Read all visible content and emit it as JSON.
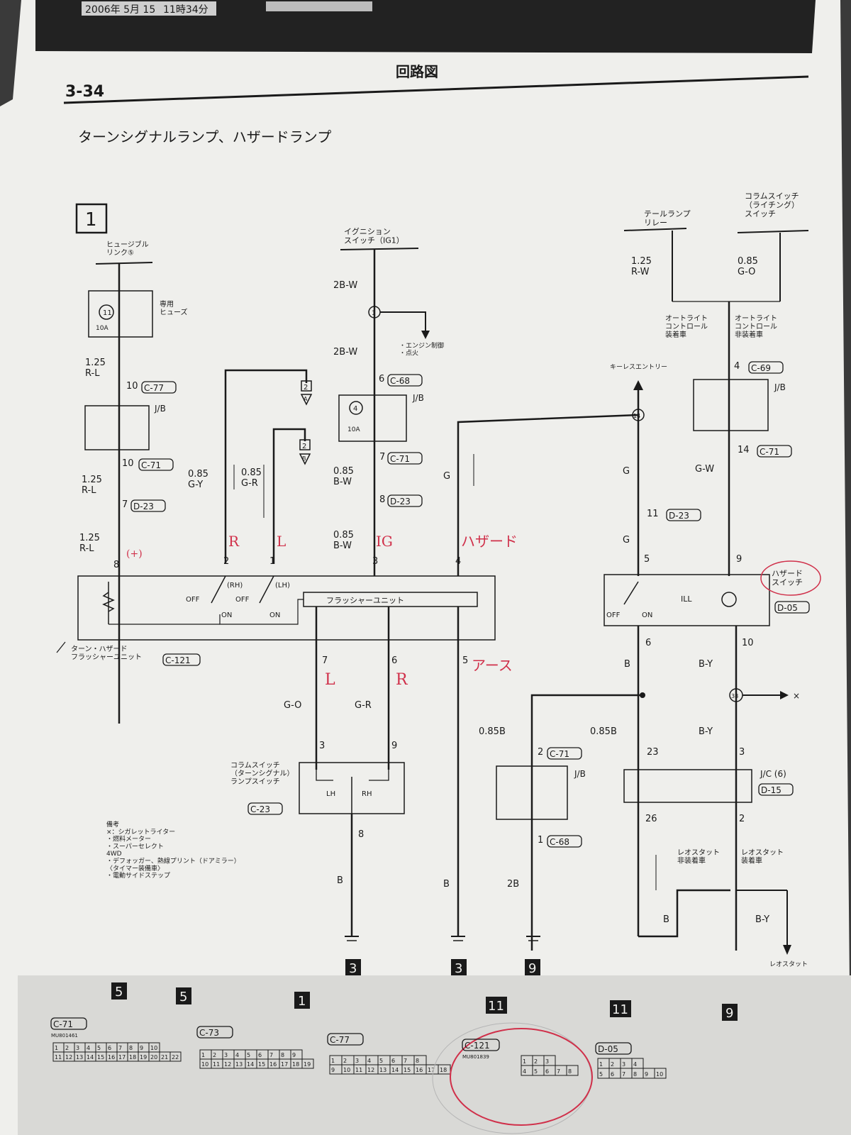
{
  "header": {
    "stamp_date": "2006年 5月 15",
    "stamp_time": "11時34分",
    "section_title": "回路図",
    "page_number": "3-34",
    "diagram_title": "ターンシグナルランプ、ハザードランプ",
    "box_number": "1"
  },
  "diagram": {
    "fuse_link_label": "ヒュージブル\nリンク⑤",
    "fuse_11": "11",
    "fuse_10a": "10A",
    "dedicated_fuse": "専用\nヒューズ",
    "fuse_4": "4",
    "fuse_4_10a": "10A",
    "ignition_label": "イグニション\nスイッチ（IG1）",
    "junction_1": "1",
    "engine_ctrl_label": "・エンジン制御\n・点火",
    "tail_relay_label": "テールランプ\nリレー",
    "column_switch_light": "コラムスイッチ\n（ライチング）\nスイッチ",
    "auto_light_equipped": "オートライト\nコントロール\n装着車",
    "auto_light_not": "オートライト\nコントロール\n非装着車",
    "keyless_label": "キーレスエントリー",
    "node_14": "14",
    "node_38": "38",
    "flasher_unit": "フラッシャーユニット",
    "flasher_full": "ターン・ハザード\nフラッシャーユニット",
    "c121": "C-121",
    "hazard_switch": "ハザード\nスイッチ",
    "d05": "D-05",
    "ill": "ILL",
    "off": "OFF",
    "on": "ON",
    "rh": "(RH)",
    "lh": "(LH)",
    "column_turn_switch": "コラムスイッチ\n（ターンシグナル）\nランプスイッチ",
    "c23": "C-23",
    "lh_label": "LH",
    "rh_label": "RH",
    "jb": "J/B",
    "jc": "J/C (6)",
    "d15": "D-15",
    "rheostat_not": "レオスタット\n非装着車",
    "rheostat_yes": "レオスタット\n装着車",
    "rheostat_arrow": "レオスタット",
    "x_mark": "×",
    "ground_3a": "3",
    "ground_3b": "3",
    "ground_9": "9",
    "conn_2a": "2",
    "conn_a": "A",
    "conn_2b": "2",
    "conn_b": "B",
    "notes": "備考\n×：シガレットライター\n・燃料メーター\n・スーパーセレクト\n4WD\n・デフォッガー、熱線プリント（ドアミラー）\n〈タイマー装備車〉\n・電動サイドステップ",
    "wires": {
      "w125_rl_1": "1.25\nR-L",
      "w125_rl_2": "1.25\nR-L",
      "w125_rl_3": "1.25\nR-L",
      "w085_gy": "0.85\nG-Y",
      "w085_gr": "0.85\nG-R",
      "w2bw_1": "2B-W",
      "w2bw_2": "2B-W",
      "w085_bw_1": "0.85\nB-W",
      "w085_bw_2": "0.85\nB-W",
      "wg_1": "G",
      "wg_2": "G",
      "wg_3": "G",
      "w125_rw": "1.25\nR-W",
      "w085_go": "0.85\nG-O",
      "wgw": "G-W",
      "wgo": "G-O",
      "wgr": "G-R",
      "wb_1": "B",
      "wb_2": "B",
      "wb_3": "B",
      "wb_4": "B",
      "wby_1": "B-Y",
      "wby_2": "B-Y",
      "wby_3": "B-Y",
      "w085b_1": "0.85B",
      "w085b_2": "0.85B",
      "w2b": "2B"
    },
    "pins": {
      "p10a": "10",
      "c77": "C-77",
      "p10b": "10",
      "c71a": "C-71",
      "p7a": "7",
      "d23a": "D-23",
      "p8": "8",
      "p2": "2",
      "p1": "1",
      "p3": "3",
      "p4": "4",
      "p6a": "6",
      "c68a": "C-68",
      "p7b": "7",
      "c71b": "C-71",
      "p8b": "8",
      "d23b": "D-23",
      "p4b": "4",
      "c69": "C-69",
      "p14": "14",
      "c71c": "C-71",
      "p11": "11",
      "d23c": "D-23",
      "p5a": "5",
      "p9a": "9",
      "p6b": "6",
      "p10c": "10",
      "p7c": "7",
      "p6c": "6",
      "p5b": "5",
      "p3b": "3",
      "p9b": "9",
      "p8c": "8",
      "p2b": "2",
      "c71d": "C-71",
      "p1b": "1",
      "c68b": "C-68",
      "p23": "23",
      "p3c": "3",
      "p26": "26",
      "p2c": "2"
    }
  },
  "annotations_red": {
    "plus": "(+)",
    "r1": "R",
    "l1": "L",
    "ig": "IG",
    "hazard": "ハザード",
    "l2": "L",
    "r2": "R",
    "earth": "アース"
  },
  "footer": {
    "ref_5a": "5",
    "ref_5b": "5",
    "ref_1": "1",
    "ref_11a": "11",
    "ref_11b": "11",
    "ref_9": "9",
    "conn_c71": "C-71",
    "conn_c71_part": "MU801461",
    "conn_c73": "C-73",
    "conn_c77": "C-77",
    "conn_c121": "C-121",
    "conn_c121_part": "MU801839",
    "conn_d05": "D-05",
    "c71_row1": [
      "1",
      "2",
      "3",
      "4",
      "5",
      "6",
      "7",
      "8",
      "9",
      "10"
    ],
    "c71_row2": [
      "11",
      "12",
      "13",
      "14",
      "15",
      "16",
      "17",
      "18",
      "19",
      "20",
      "21",
      "22"
    ],
    "c73_row1": [
      "1",
      "2",
      "3",
      "4",
      "5",
      "6",
      "7",
      "8",
      "9"
    ],
    "c73_row2": [
      "10",
      "11",
      "12",
      "13",
      "14",
      "15",
      "16",
      "17",
      "18",
      "19"
    ],
    "c77_row1": [
      "1",
      "2",
      "3",
      "4",
      "5",
      "6",
      "7",
      "8"
    ],
    "c77_row2": [
      "9",
      "10",
      "11",
      "12",
      "13",
      "14",
      "15",
      "16",
      "17",
      "18"
    ],
    "c121_row1": [
      "1",
      "2",
      "3"
    ],
    "c121_row2": [
      "4",
      "5",
      "6",
      "7",
      "8"
    ],
    "d05_row1": [
      "1",
      "2",
      "3",
      "4"
    ],
    "d05_row2": [
      "5",
      "6",
      "7",
      "8",
      "9",
      "10"
    ]
  },
  "colors": {
    "paper": "#efefec",
    "ink": "#1a1a1a",
    "red_pen": "#d0304a",
    "background": "#3a3a3a"
  }
}
